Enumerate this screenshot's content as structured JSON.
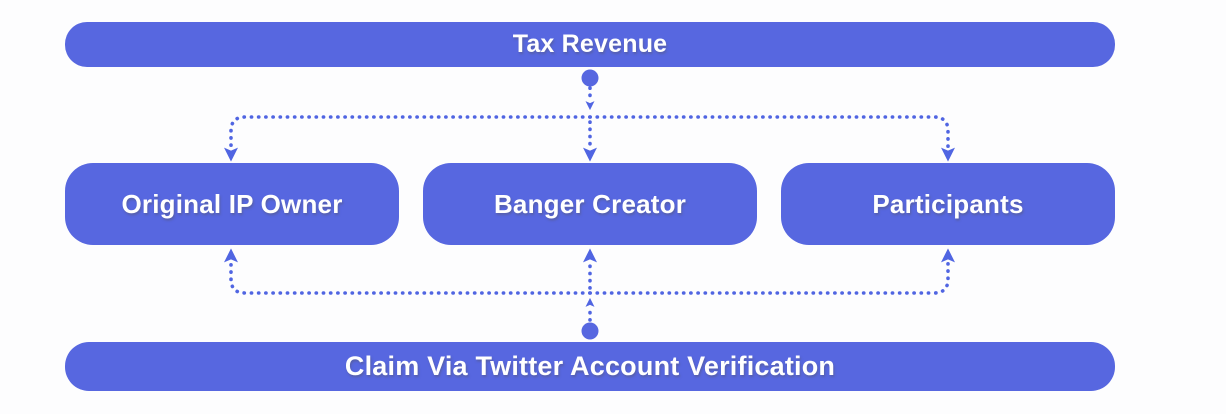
{
  "theme": {
    "colors": {
      "canvas-bg": "#fdfdfe",
      "node-fill": "#5767E0",
      "connector": "#5065E2",
      "node-text": "#ffffff"
    }
  },
  "diagram": {
    "top_node": {
      "label": "Tax Revenue"
    },
    "middle_nodes": [
      {
        "label": "Original IP Owner"
      },
      {
        "label": "Banger Creator"
      },
      {
        "label": "Participants"
      }
    ],
    "bottom_node": {
      "label": "Claim Via Twitter Account Verification"
    }
  }
}
